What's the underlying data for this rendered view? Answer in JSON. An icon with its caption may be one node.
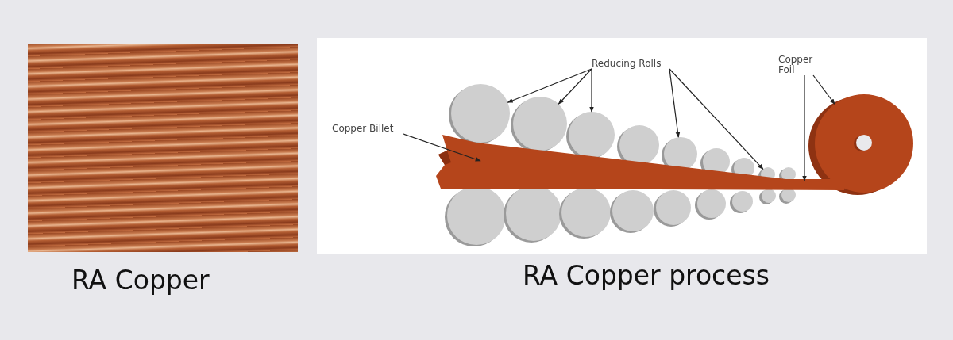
{
  "diagram": {
    "nodes": [
      {
        "text": [
          "Copper Billet"
        ]
      },
      {
        "text": [
          "Reducing Rolls"
        ]
      },
      {
        "text": [
          "Copper Foil"
        ]
      },
      {
        "text": [],
        "shape": "circle"
      },
      {
        "text": [],
        "shape": "circle"
      },
      {
        "text": [],
        "shape": "circle"
      },
      {
        "text": [],
        "shape": "circle"
      },
      {
        "text": [],
        "shape": "circle"
      },
      {
        "text": [],
        "shape": "circle"
      },
      {
        "text": [],
        "shape": "circle"
      },
      {
        "text": [],
        "shape": "circle"
      },
      {
        "text": [],
        "shape": "circle"
      },
      {
        "text": [],
        "shape": "circle"
      },
      {
        "text": [],
        "shape": "circle"
      },
      {
        "text": [],
        "shape": "circle"
      },
      {
        "text": [],
        "shape": "circle"
      },
      {
        "text": [],
        "shape": "circle"
      },
      {
        "text": [],
        "shape": "circle"
      },
      {
        "text": [],
        "shape": "circle"
      },
      {
        "text": [],
        "shape": "circle"
      },
      {
        "text": [],
        "shape": "circle"
      },
      {
        "text": [],
        "shape": "bar"
      },
      {
        "text": [],
        "shape": "circle"
      }
    ],
    "edges": [
      {
        "from": 0,
        "to": 21,
        "arrow": "to"
      },
      {
        "from": 1,
        "to": 3,
        "arrow": "to"
      },
      {
        "from": 1,
        "to": 4,
        "arrow": "to"
      },
      {
        "from": 1,
        "to": 5,
        "arrow": "to"
      },
      {
        "from": 1,
        "to": 7,
        "arrow": "to"
      },
      {
        "from": 1,
        "to": 10,
        "arrow": "to"
      },
      {
        "from": 2,
        "to": 21,
        "arrow": "to"
      },
      {
        "from": 2,
        "to": 22,
        "arrow": "to"
      }
    ],
    "labels": [
      "RA Copper",
      "RA Copper process"
    ]
  }
}
